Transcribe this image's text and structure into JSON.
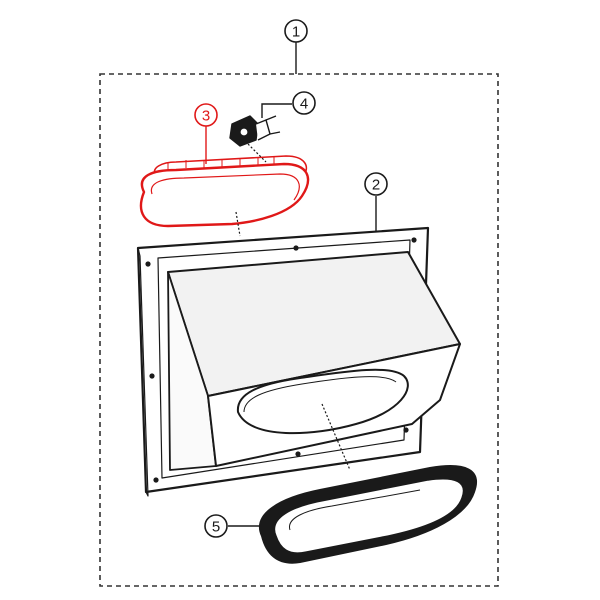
{
  "callouts": [
    {
      "id": "1",
      "label": "1",
      "highlighted": false
    },
    {
      "id": "2",
      "label": "2",
      "highlighted": false
    },
    {
      "id": "3",
      "label": "3",
      "highlighted": true
    },
    {
      "id": "4",
      "label": "4",
      "highlighted": false
    },
    {
      "id": "5",
      "label": "5",
      "highlighted": false
    }
  ],
  "colors": {
    "line": "#1a1a1a",
    "highlight": "#e01818",
    "dashed_border": "#333333",
    "hood_fill": "#f2f2f2",
    "background": "#ffffff"
  },
  "parts": [
    {
      "callout": "1",
      "name": "assembly-kit"
    },
    {
      "callout": "2",
      "name": "vent-hood-housing"
    },
    {
      "callout": "3",
      "name": "oval-damper-light"
    },
    {
      "callout": "4",
      "name": "connector-plug"
    },
    {
      "callout": "5",
      "name": "oval-gasket-ring"
    }
  ]
}
